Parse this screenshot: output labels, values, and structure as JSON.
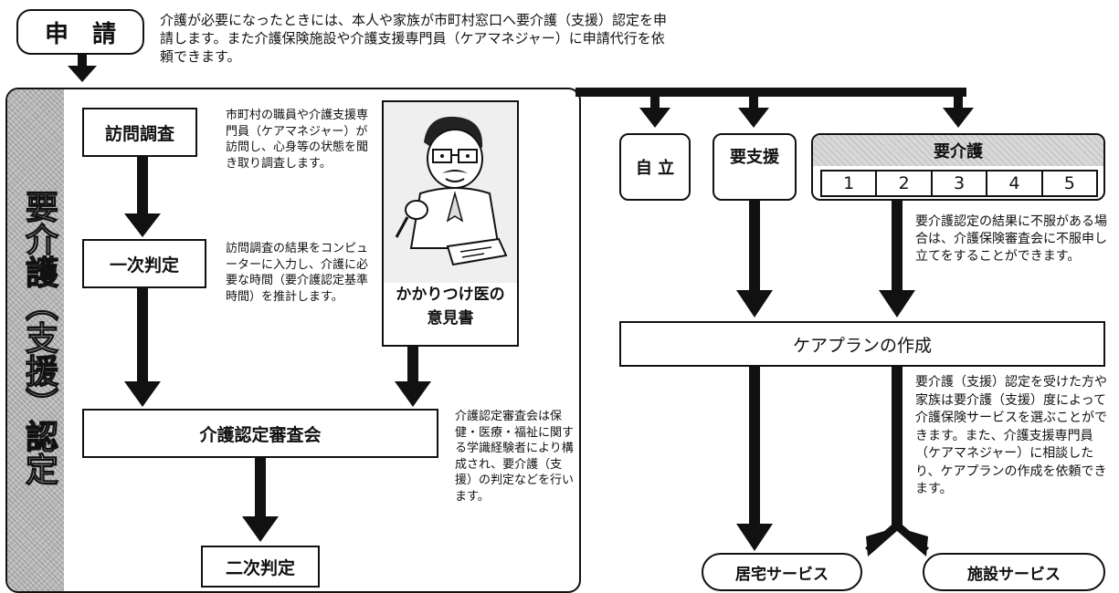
{
  "apply": {
    "label": "申　請",
    "description": "介護が必要になったときには、本人や家族が市町村窓口へ要介護（支援）認定を申請します。また介護保険施設や介護支援専門員（ケアマネジャー）に申請代行を依頼できます。"
  },
  "side_title": "要介護（支援）認定",
  "steps": {
    "visit_survey": "訪問調査",
    "first_judgment": "一次判定",
    "review_board": "介護認定審査会",
    "second_judgment": "二次判定"
  },
  "notes": {
    "visit_survey": "市町村の職員や介護支援専門員（ケアマネジャー）が訪問し、心身等の状態を聞き取り調査します。",
    "first_judgment": "訪問調査の結果をコンピューターに入力し、介護に必要な時間（要介護認定基準時間）を推計します。",
    "review_board": "介護認定審査会は保健・医療・福祉に関する学識経験者により構成され、要介護（支援）の判定などを行います。",
    "objection": "要介護認定の結果に不服がある場合は、介護保険審査会に不服申し立てをすることができます。",
    "care_plan": "要介護（支援）認定を受けた方や家族は要介護（支援）度によって介護保険サービスを選ぶことができます。また、介護支援専門員（ケアマネジャー）に相談したり、ケアプランの作成を依頼できます。"
  },
  "doctor_opinion": {
    "line1": "かかりつけ医の",
    "line2": "意見書"
  },
  "results": {
    "independent": "自 立",
    "support_needed": "要支援",
    "care_needed": "要介護",
    "levels": [
      "1",
      "2",
      "3",
      "4",
      "5"
    ]
  },
  "care_plan": "ケアプランの作成",
  "services": {
    "home": "居宅サービス",
    "facility": "施設サービス"
  }
}
